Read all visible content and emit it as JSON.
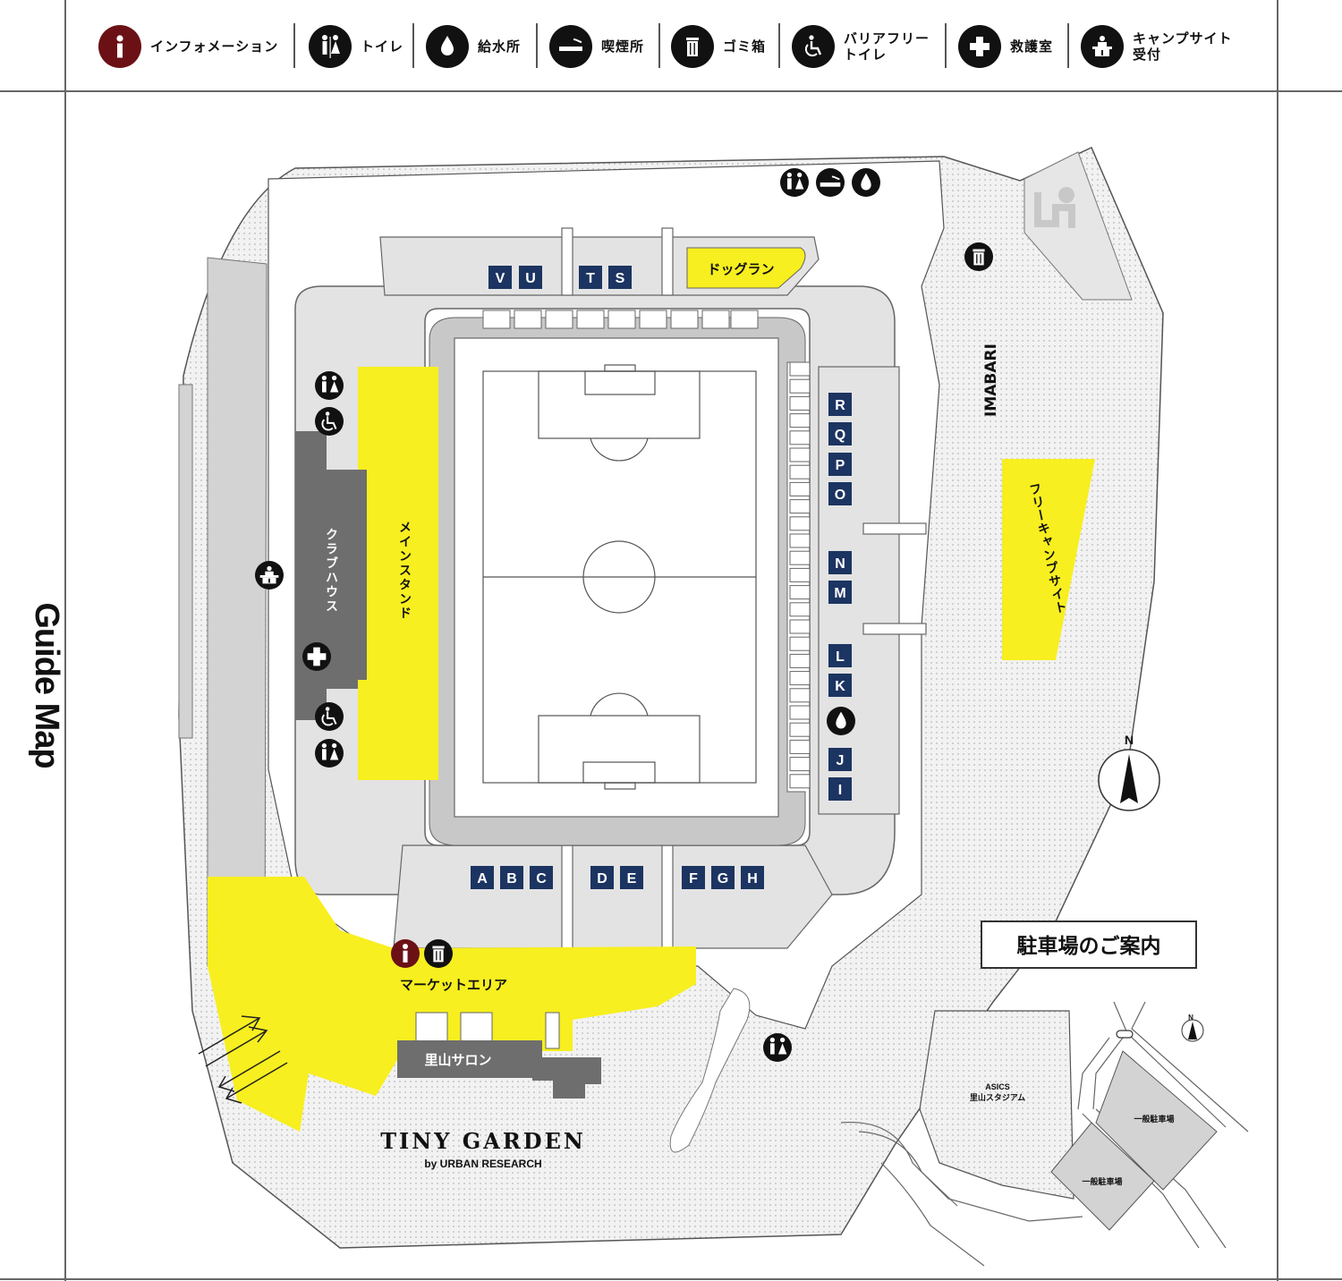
{
  "title": "Guide Map",
  "legend": [
    {
      "icon": "info-icon",
      "label_lines": [
        "インフォメーション"
      ]
    },
    {
      "icon": "toilet-icon",
      "label_lines": [
        "トイレ"
      ]
    },
    {
      "icon": "water-icon",
      "label_lines": [
        "給水所"
      ]
    },
    {
      "icon": "smoking-icon",
      "label_lines": [
        "喫煙所"
      ]
    },
    {
      "icon": "trash-icon",
      "label_lines": [
        "ゴミ箱"
      ]
    },
    {
      "icon": "wheelchair-icon",
      "label_lines": [
        "バリアフリー",
        "トイレ"
      ]
    },
    {
      "icon": "first-aid-icon",
      "label_lines": [
        "救護室"
      ]
    },
    {
      "icon": "camp-reception-icon",
      "label_lines": [
        "キャンプサイト",
        "受付"
      ]
    }
  ],
  "map": {
    "gates_north": [
      "V",
      "U",
      "T",
      "S"
    ],
    "gates_east": [
      "R",
      "Q",
      "P",
      "O",
      "N",
      "M",
      "L",
      "K",
      "J",
      "I"
    ],
    "gates_south": [
      "A",
      "B",
      "C",
      "D",
      "E",
      "F",
      "G",
      "H"
    ],
    "labels": {
      "dog_run": "ドッグラン",
      "main_stand": "メインスタンド",
      "clubhouse": "クラブハウス",
      "free_camp": "フリーキャンプサイト",
      "imabari": "IMABARI",
      "market_area": "マーケットエリア",
      "satoyama_salon": "里山サロン",
      "tiny_garden": "TINY GARDEN",
      "tiny_garden_sub": "by URBAN RESEARCH",
      "north": "N"
    },
    "colors": {
      "highlight_yellow": "#f7ef1f",
      "gate_navy": "#1c3461",
      "info_maroon": "#6b1116",
      "building_gray": "#6e6e6e"
    }
  },
  "parking": {
    "title": "駐車場のご案内",
    "stadium": [
      "ASICS",
      "里山スタジアム"
    ],
    "lot_label": "一般駐車場",
    "north": "N"
  }
}
